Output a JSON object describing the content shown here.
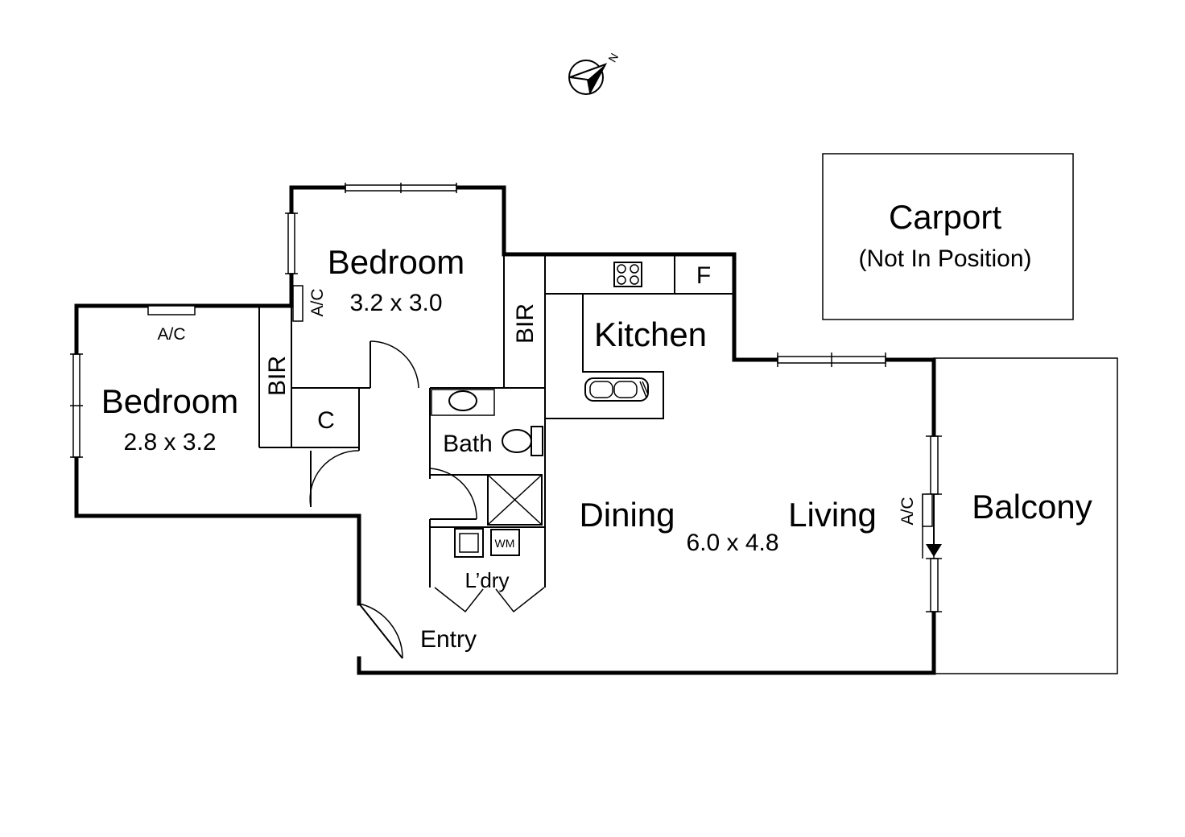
{
  "rooms": {
    "bedroom1": {
      "name": "Bedroom",
      "dims": "3.2 x 3.0"
    },
    "bedroom2": {
      "name": "Bedroom",
      "dims": "2.8 x 3.2"
    },
    "kitchen": {
      "name": "Kitchen"
    },
    "fridge": {
      "name": "F"
    },
    "bath": {
      "name": "Bath"
    },
    "laundry": {
      "name": "L’dry"
    },
    "washing_machine": {
      "name": "WM"
    },
    "entry": {
      "name": "Entry"
    },
    "dining": {
      "name": "Dining"
    },
    "living": {
      "name": "Living"
    },
    "living_dims": "6.0 x 4.8",
    "balcony": {
      "name": "Balcony"
    },
    "carport": {
      "name": "Carport",
      "note": "(Not In Position)"
    },
    "cupboard": {
      "name": "C"
    }
  },
  "fixtures": {
    "bir_bedroom1": "BIR",
    "bir_bedroom2": "BIR",
    "ac_bedroom1": "A/C",
    "ac_bedroom2": "A/C",
    "ac_living": "A/C"
  },
  "compass": {
    "north_label": "N"
  }
}
